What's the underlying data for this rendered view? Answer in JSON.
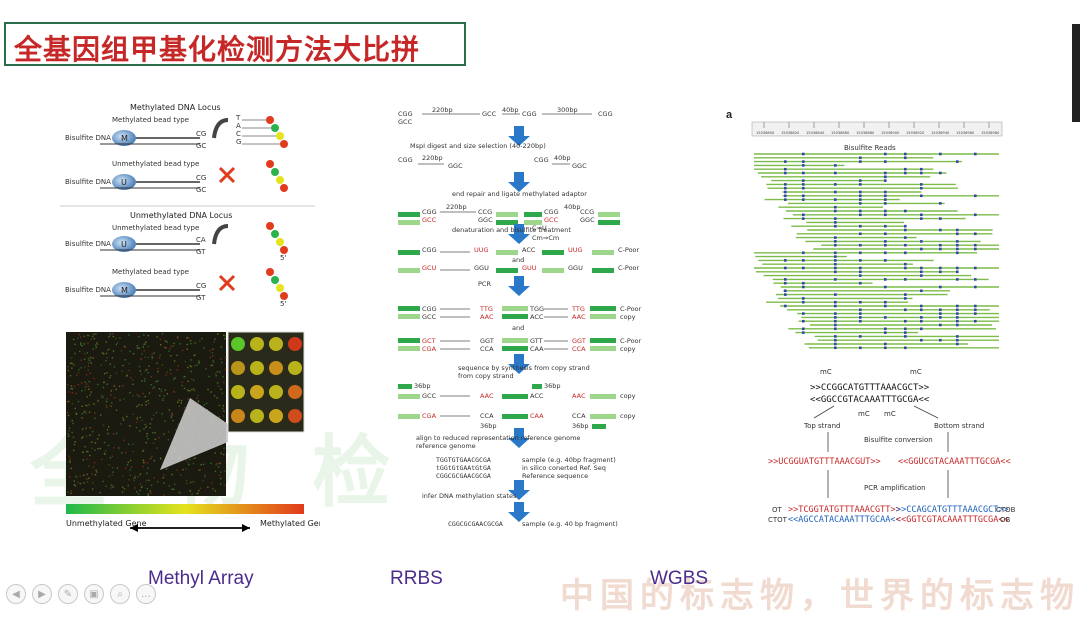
{
  "slide": {
    "title": "全基因组甲基化检测方法大比拼",
    "captions": [
      "Methyl Array",
      "RRBS",
      "WGBS"
    ],
    "watermark_big": "全 物 检",
    "watermark_bottom": "中国的标志物，世界的标志物"
  },
  "array_panel": {
    "methylated_locus": "Methylated DNA Locus",
    "unmethylated_locus": "Unmethylated DNA Locus",
    "bisulfite_dna": "Bisulfite DNA",
    "methylated_bead": "Methylated bead type",
    "unmethylated_bead": "Unmethylated bead type",
    "bead_m": "M",
    "bead_u": "U",
    "cg": "CG",
    "ca": "CA",
    "gc": "GC",
    "gt": "GT",
    "five_prime": "5'",
    "bases": [
      "T",
      "A",
      "C",
      "G"
    ],
    "legend_left": "Unmethylated Gene",
    "legend_right": "Methylated Gene"
  },
  "rrbs_panel": {
    "top_frag": [
      "220bp",
      "40bp",
      "300bp"
    ],
    "step1": "MspI digest and size selection (40-220bp)",
    "step2": "end repair and ligate methylated adaptor",
    "step3": "denaturation and bisulfite treatment",
    "conv1": "C⇒U",
    "conv2": "Cm⇒Cm",
    "and": "and",
    "pcr": "PCR",
    "step4": "sequence by synthesis from copy strand",
    "step5": "align to reduced representation reference genome",
    "step6": "infer DNA methylation states",
    "c_poor": "C-Poor",
    "copy": "copy",
    "bp36": "36bp",
    "seq1": "TGGTGTGAACGCGA",
    "seq1_label": "sample (e.g. 40bp fragment)",
    "seq2": "tGGtGtGAAtGtGA",
    "seq2_label": "in silico conerted Ref. Seq",
    "seq3": "CGGCGCGAACGCGA",
    "seq3_label": "Reference sequence",
    "seq4": "CGGCGCGAACGCGA",
    "seq4_label": "sample (e.g. 40 bp fragment)",
    "codes": [
      "CGG",
      "CCG",
      "UUG",
      "GGU",
      "GUU",
      "TTG",
      "AAC",
      "TGG",
      "ACC",
      "GCT",
      "GGT",
      "GTT",
      "CGA",
      "CCA",
      "CAA",
      "GCC",
      "GGC",
      "GCU",
      "CCC"
    ]
  },
  "wgbs_panel": {
    "label_a": "a",
    "ruler_ticks": [
      "15036800",
      "15036820",
      "15036840",
      "15036860",
      "15036880",
      "15036900",
      "15036920",
      "15036940",
      "15036960",
      "15036980"
    ],
    "track_label": "Bisulfite Reads",
    "mc": "mC",
    "top_seq": ">>CCGGCATGTTTAAACGCT>>",
    "bottom_seq": "<<GGCCGTACAAATTTGCGA<<",
    "top_strand": "Top strand",
    "bottom_strand": "Bottom strand",
    "bisulfite_conversion": "Bisulfite conversion",
    "conv_top": ">>UCGGUATGTTTAAACGUT>>",
    "conv_bottom": "<<GGUCGTACAAATTTGCGA<<",
    "pcr_amp": "PCR amplification",
    "ot": "OT",
    "ctot": "CTOT",
    "ctob": "CTOB",
    "ob": "OB",
    "ot_seq": ">>TCGGTATGTTTAAACGTT>>",
    "ctot_seq": "<<AGCCATACAAATTTGCAA<<",
    "ctob_seq": ">>CCAGCATGTTTAAACGCT>>",
    "ob_seq": "<<GGTCGTACAAATTTGCGA<<"
  },
  "toolbar": [
    "◀",
    "▶",
    "✎",
    "▣",
    "⌕",
    "…"
  ]
}
